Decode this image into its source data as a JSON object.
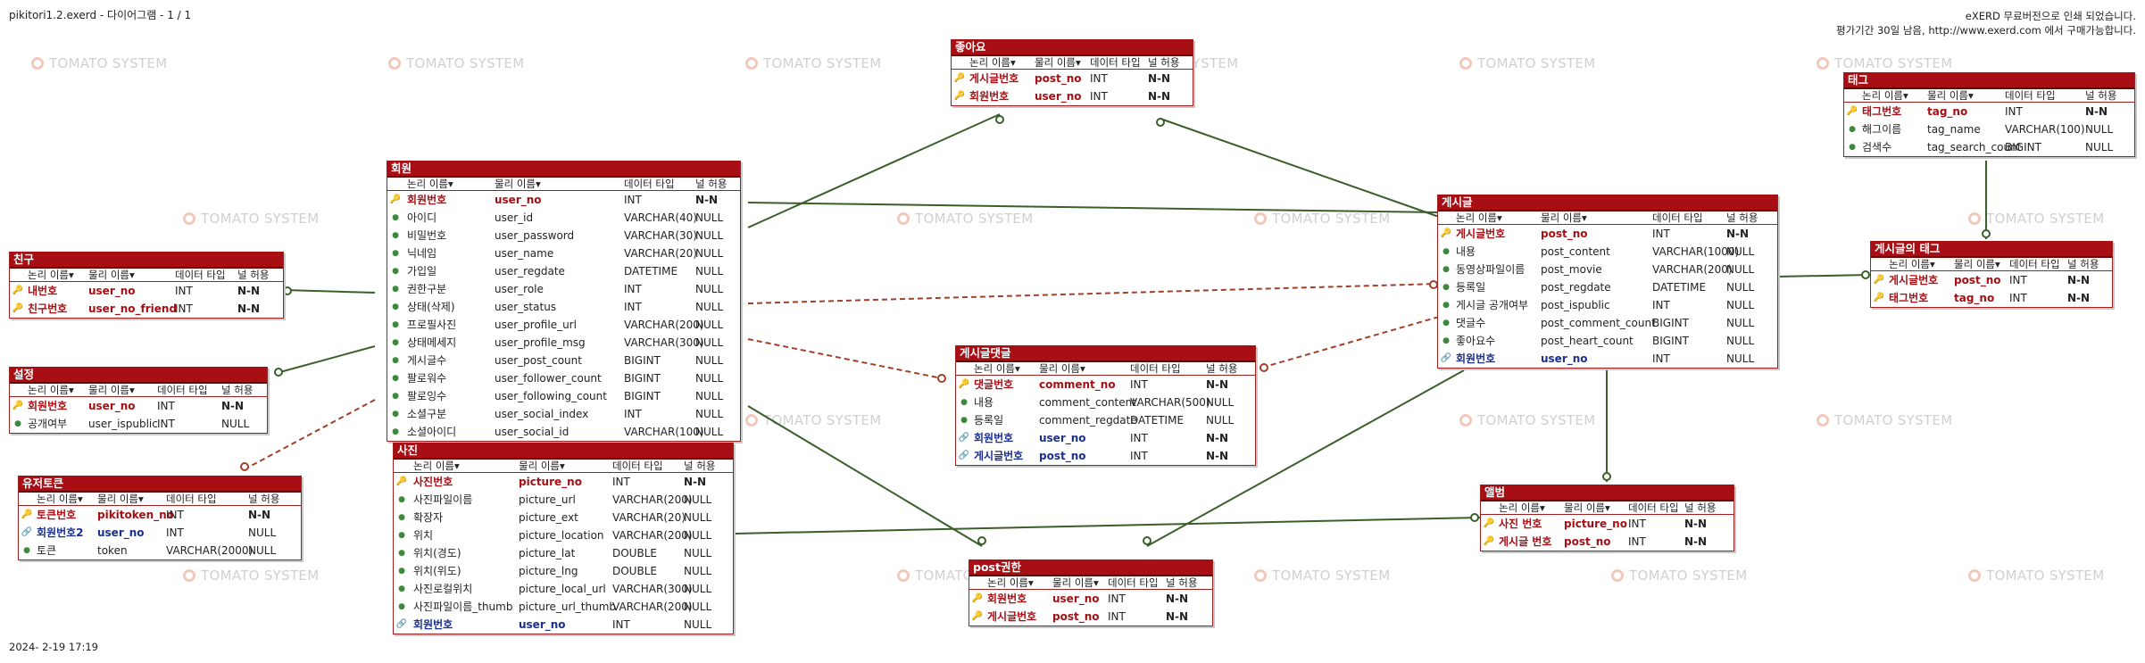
{
  "header": {
    "file_title": "pikitori1.2.exerd - 다이어그램 - 1 / 1",
    "notice_line1": "eXERD 무료버전으로 인쇄 되었습니다.",
    "notice_line2": "평가기간 30일 남음, http://www.exerd.com 에서 구매가능합니다."
  },
  "footer": {
    "timestamp": "2024- 2-19 17:19"
  },
  "watermark": {
    "text": "TOMATO SYSTEM"
  },
  "columns_header": {
    "logical": "논리 이름",
    "physical": "물리 이름",
    "type": "데이터 타입",
    "nullable": "널 허용"
  },
  "colors": {
    "title_bar": "#a80f14",
    "relation_line": "#3b5f2a",
    "relation_dashed": "#a0402a",
    "pk_text": "#a80f14",
    "fk_text": "#1a2f8f"
  },
  "entities": {
    "member": {
      "title": "회원",
      "rows": [
        {
          "icon": "pk",
          "logical": "회원번호",
          "physical": "user_no",
          "type": "INT",
          "nullable": "N-N"
        },
        {
          "icon": "attr",
          "logical": "아이디",
          "physical": "user_id",
          "type": "VARCHAR(40)",
          "nullable": "NULL"
        },
        {
          "icon": "attr",
          "logical": "비밀번호",
          "physical": "user_password",
          "type": "VARCHAR(30)",
          "nullable": "NULL"
        },
        {
          "icon": "attr",
          "logical": "닉네임",
          "physical": "user_name",
          "type": "VARCHAR(20)",
          "nullable": "NULL"
        },
        {
          "icon": "attr",
          "logical": "가입일",
          "physical": "user_regdate",
          "type": "DATETIME",
          "nullable": "NULL"
        },
        {
          "icon": "attr",
          "logical": "권한구분",
          "physical": "user_role",
          "type": "INT",
          "nullable": "NULL"
        },
        {
          "icon": "attr",
          "logical": "상태(삭제)",
          "physical": "user_status",
          "type": "INT",
          "nullable": "NULL"
        },
        {
          "icon": "attr",
          "logical": "프로필사진",
          "physical": "user_profile_url",
          "type": "VARCHAR(200)",
          "nullable": "NULL"
        },
        {
          "icon": "attr",
          "logical": "상태메세지",
          "physical": "user_profile_msg",
          "type": "VARCHAR(300)",
          "nullable": "NULL"
        },
        {
          "icon": "attr",
          "logical": "게시글수",
          "physical": "user_post_count",
          "type": "BIGINT",
          "nullable": "NULL"
        },
        {
          "icon": "attr",
          "logical": "팔로워수",
          "physical": "user_follower_count",
          "type": "BIGINT",
          "nullable": "NULL"
        },
        {
          "icon": "attr",
          "logical": "팔로잉수",
          "physical": "user_following_count",
          "type": "BIGINT",
          "nullable": "NULL"
        },
        {
          "icon": "attr",
          "logical": "소셜구분",
          "physical": "user_social_index",
          "type": "INT",
          "nullable": "NULL"
        },
        {
          "icon": "attr",
          "logical": "소셜아이디",
          "physical": "user_social_id",
          "type": "VARCHAR(100)",
          "nullable": "NULL"
        }
      ]
    },
    "friend": {
      "title": "친구",
      "rows": [
        {
          "icon": "pkfk",
          "logical": "내번호",
          "physical": "user_no",
          "type": "INT",
          "nullable": "N-N"
        },
        {
          "icon": "pkfk",
          "logical": "친구번호",
          "physical": "user_no_friend",
          "type": "INT",
          "nullable": "N-N"
        }
      ]
    },
    "setting": {
      "title": "설정",
      "rows": [
        {
          "icon": "pkfk",
          "logical": "회원번호",
          "physical": "user_no",
          "type": "INT",
          "nullable": "N-N"
        },
        {
          "icon": "attr",
          "logical": "공개여부",
          "physical": "user_ispublic",
          "type": "INT",
          "nullable": "NULL"
        }
      ]
    },
    "token": {
      "title": "유저토큰",
      "rows": [
        {
          "icon": "pk",
          "logical": "토큰번호",
          "physical": "pikitoken_no",
          "type": "INT",
          "nullable": "N-N"
        },
        {
          "icon": "fk",
          "logical": "회원번호2",
          "physical": "user_no",
          "type": "INT",
          "nullable": "NULL"
        },
        {
          "icon": "attr",
          "logical": "토큰",
          "physical": "token",
          "type": "VARCHAR(2000)",
          "nullable": "NULL"
        }
      ]
    },
    "photo": {
      "title": "사진",
      "rows": [
        {
          "icon": "pk",
          "logical": "사진번호",
          "physical": "picture_no",
          "type": "INT",
          "nullable": "N-N"
        },
        {
          "icon": "attr",
          "logical": "사진파일이름",
          "physical": "picture_url",
          "type": "VARCHAR(200)",
          "nullable": "NULL"
        },
        {
          "icon": "attr",
          "logical": "확장자",
          "physical": "picture_ext",
          "type": "VARCHAR(20)",
          "nullable": "NULL"
        },
        {
          "icon": "attr",
          "logical": "위치",
          "physical": "picture_location",
          "type": "VARCHAR(200)",
          "nullable": "NULL"
        },
        {
          "icon": "attr",
          "logical": "위치(경도)",
          "physical": "picture_lat",
          "type": "DOUBLE",
          "nullable": "NULL"
        },
        {
          "icon": "attr",
          "logical": "위치(위도)",
          "physical": "picture_lng",
          "type": "DOUBLE",
          "nullable": "NULL"
        },
        {
          "icon": "attr",
          "logical": "사진로컬위치",
          "physical": "picture_local_url",
          "type": "VARCHAR(300)",
          "nullable": "NULL"
        },
        {
          "icon": "attr",
          "logical": "사진파일이름_thumb",
          "physical": "picture_url_thumb",
          "type": "VARCHAR(200)",
          "nullable": "NULL"
        },
        {
          "icon": "fk",
          "logical": "회원번호",
          "physical": "user_no",
          "type": "INT",
          "nullable": "NULL"
        }
      ]
    },
    "like": {
      "title": "좋아요",
      "rows": [
        {
          "icon": "pkfk",
          "logical": "게시글번호",
          "physical": "post_no",
          "type": "INT",
          "nullable": "N-N"
        },
        {
          "icon": "pkfk",
          "logical": "회원번호",
          "physical": "user_no",
          "type": "INT",
          "nullable": "N-N"
        }
      ]
    },
    "comment": {
      "title": "게시글댓글",
      "rows": [
        {
          "icon": "pk",
          "logical": "댓글번호",
          "physical": "comment_no",
          "type": "INT",
          "nullable": "N-N"
        },
        {
          "icon": "attr",
          "logical": "내용",
          "physical": "comment_content",
          "type": "VARCHAR(500)",
          "nullable": "NULL"
        },
        {
          "icon": "attr",
          "logical": "등록일",
          "physical": "comment_regdate",
          "type": "DATETIME",
          "nullable": "NULL"
        },
        {
          "icon": "fk",
          "logical": "회원번호",
          "physical": "user_no",
          "type": "INT",
          "nullable": "N-N"
        },
        {
          "icon": "fk",
          "logical": "게시글번호",
          "physical": "post_no",
          "type": "INT",
          "nullable": "N-N"
        }
      ]
    },
    "postauth": {
      "title": "post권한",
      "rows": [
        {
          "icon": "pkfk",
          "logical": "회원번호",
          "physical": "user_no",
          "type": "INT",
          "nullable": "N-N"
        },
        {
          "icon": "pkfk",
          "logical": "게시글번호",
          "physical": "post_no",
          "type": "INT",
          "nullable": "N-N"
        }
      ]
    },
    "post": {
      "title": "게시글",
      "rows": [
        {
          "icon": "pk",
          "logical": "게시글번호",
          "physical": "post_no",
          "type": "INT",
          "nullable": "N-N"
        },
        {
          "icon": "attr",
          "logical": "내용",
          "physical": "post_content",
          "type": "VARCHAR(1000)",
          "nullable": "NULL"
        },
        {
          "icon": "attr",
          "logical": "동영상파일이름",
          "physical": "post_movie",
          "type": "VARCHAR(200)",
          "nullable": "NULL"
        },
        {
          "icon": "attr",
          "logical": "등록일",
          "physical": "post_regdate",
          "type": "DATETIME",
          "nullable": "NULL"
        },
        {
          "icon": "attr",
          "logical": "게시글 공개여부",
          "physical": "post_ispublic",
          "type": "INT",
          "nullable": "NULL"
        },
        {
          "icon": "attr",
          "logical": "댓글수",
          "physical": "post_comment_count",
          "type": "BIGINT",
          "nullable": "NULL"
        },
        {
          "icon": "attr",
          "logical": "좋아요수",
          "physical": "post_heart_count",
          "type": "BIGINT",
          "nullable": "NULL"
        },
        {
          "icon": "fk",
          "logical": "회원번호",
          "physical": "user_no",
          "type": "INT",
          "nullable": "NULL"
        }
      ]
    },
    "album": {
      "title": "앨범",
      "rows": [
        {
          "icon": "pkfk",
          "logical": "사진 번호",
          "physical": "picture_no",
          "type": "INT",
          "nullable": "N-N"
        },
        {
          "icon": "pkfk",
          "logical": "게시글 번호",
          "physical": "post_no",
          "type": "INT",
          "nullable": "N-N"
        }
      ]
    },
    "tag": {
      "title": "태그",
      "rows": [
        {
          "icon": "pk",
          "logical": "태그번호",
          "physical": "tag_no",
          "type": "INT",
          "nullable": "N-N"
        },
        {
          "icon": "attr",
          "logical": "해그이름",
          "physical": "tag_name",
          "type": "VARCHAR(100)",
          "nullable": "NULL"
        },
        {
          "icon": "attr",
          "logical": "검색수",
          "physical": "tag_search_count",
          "type": "BIGINT",
          "nullable": "NULL"
        }
      ]
    },
    "posttag": {
      "title": "게시글의 태그",
      "rows": [
        {
          "icon": "pkfk",
          "logical": "게시글번호",
          "physical": "post_no",
          "type": "INT",
          "nullable": "N-N"
        },
        {
          "icon": "pkfk",
          "logical": "태그번호",
          "physical": "tag_no",
          "type": "INT",
          "nullable": "N-N"
        }
      ]
    }
  }
}
